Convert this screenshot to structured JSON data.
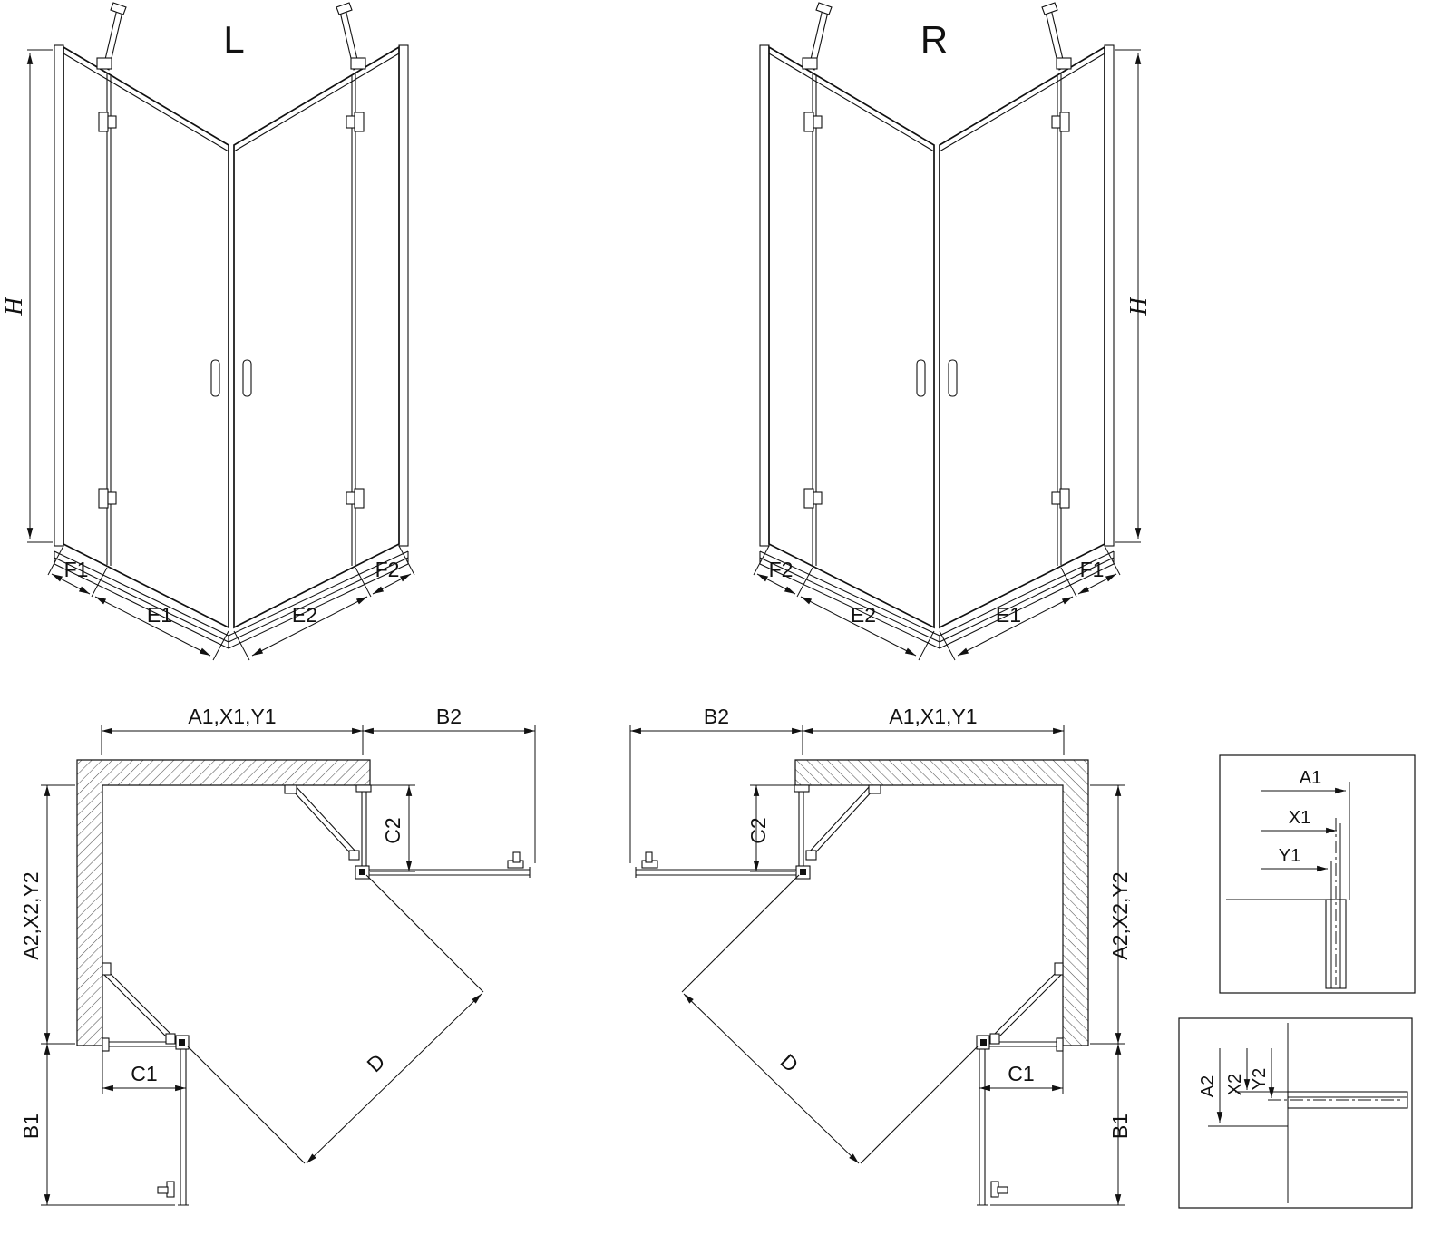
{
  "figure": {
    "background": "#ffffff",
    "line_color": "#111111"
  },
  "perspective_left": {
    "variant_label": "L",
    "height_label": "H",
    "bottom_labels": {
      "f1": "F1",
      "e1": "E1",
      "e2": "E2",
      "f2": "F2"
    }
  },
  "perspective_right": {
    "variant_label": "R",
    "height_label": "H",
    "bottom_labels": {
      "f1": "F1",
      "e1": "E1",
      "e2": "E2",
      "f2": "F2"
    }
  },
  "plan_left": {
    "width_label": "A1,X1,Y1",
    "door_side_label": "B2",
    "fixed_side_label": "C2",
    "depth_label": "A2,X2,Y2",
    "fixed_bottom_label": "C1",
    "door_bottom_label": "B1",
    "diagonal_label": "D"
  },
  "plan_right": {
    "width_label": "A1,X1,Y1",
    "door_side_label": "B2",
    "fixed_side_label": "C2",
    "depth_label": "A2,X2,Y2",
    "fixed_bottom_label": "C1",
    "door_bottom_label": "B1",
    "diagonal_label": "D"
  },
  "detail_top": {
    "a1": "A1",
    "x1": "X1",
    "y1": "Y1"
  },
  "detail_bottom": {
    "a2": "A2",
    "x2": "X2",
    "y2": "Y2"
  }
}
